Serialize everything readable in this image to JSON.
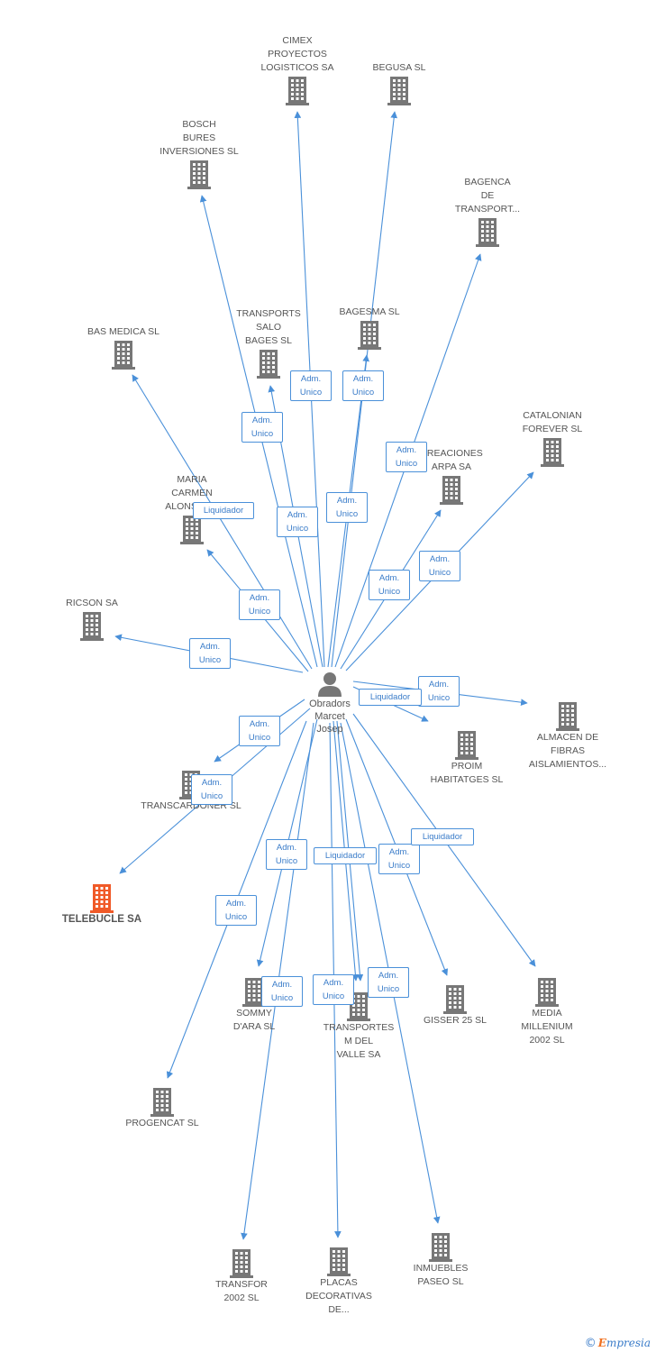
{
  "center": {
    "label": "Obradors\nMarcet\nJosep",
    "icon": "person-icon"
  },
  "colors": {
    "edge": "#4a90d9",
    "building": "#777777",
    "highlight": "#f05a28",
    "label": "#555555"
  },
  "nodes": [
    {
      "id": "cimex",
      "label": "CIMEX\nPROYECTOS\nLOGISTICOS SA",
      "icon": "building-icon",
      "highlight": false
    },
    {
      "id": "begusa",
      "label": "BEGUSA SL",
      "icon": "building-icon",
      "highlight": false
    },
    {
      "id": "bosch",
      "label": "BOSCH\nBURES\nINVERSIONES SL",
      "icon": "building-icon",
      "highlight": false
    },
    {
      "id": "bagenca",
      "label": "BAGENCA\nDE\nTRANSPORT...",
      "icon": "building-icon",
      "highlight": false
    },
    {
      "id": "bagesma",
      "label": "BAGESMA SL",
      "icon": "building-icon",
      "highlight": false
    },
    {
      "id": "transports-salo",
      "label": "TRANSPORTS\nSALO\nBAGES SL",
      "icon": "building-icon",
      "highlight": false
    },
    {
      "id": "bas-medica",
      "label": "BAS MEDICA SL",
      "icon": "building-icon",
      "highlight": false
    },
    {
      "id": "catalonian",
      "label": "CATALONIAN\nFOREVER SL",
      "icon": "building-icon",
      "highlight": false
    },
    {
      "id": "creaciones",
      "label": "CREACIONES\nARPA SA",
      "icon": "building-icon",
      "highlight": false
    },
    {
      "id": "maria-carmen",
      "label": "MARIA\nCARMEN\nALONSO SL",
      "icon": "building-icon",
      "highlight": false
    },
    {
      "id": "ricson",
      "label": "RICSON SA",
      "icon": "building-icon",
      "highlight": false
    },
    {
      "id": "almacen",
      "label": "ALMACEN DE\nFIBRAS\nAISLAMIENTOS...",
      "icon": "building-icon",
      "highlight": false
    },
    {
      "id": "proim",
      "label": "PROIM\nHABITATGES SL",
      "icon": "building-icon",
      "highlight": false
    },
    {
      "id": "transcardoner",
      "label": "TRANSCARDONER SL",
      "icon": "building-icon",
      "highlight": false
    },
    {
      "id": "telebucle",
      "label": "TELEBUCLE SA",
      "icon": "building-icon",
      "highlight": true
    },
    {
      "id": "sommy",
      "label": "SOMMY\nD'ARA SL",
      "icon": "building-icon",
      "highlight": false
    },
    {
      "id": "transportes-mdel",
      "label": "TRANSPORTES\nM DEL\nVALLE SA",
      "icon": "building-icon",
      "highlight": false
    },
    {
      "id": "gisser",
      "label": "GISSER 25 SL",
      "icon": "building-icon",
      "highlight": false
    },
    {
      "id": "media-millenium",
      "label": "MEDIA\nMILLENIUM\n2002 SL",
      "icon": "building-icon",
      "highlight": false
    },
    {
      "id": "progencat",
      "label": "PROGENCAT SL",
      "icon": "building-icon",
      "highlight": false
    },
    {
      "id": "transfor",
      "label": "TRANSFOR\n2002 SL",
      "icon": "building-icon",
      "highlight": false
    },
    {
      "id": "placas",
      "label": "PLACAS\nDECORATIVAS\nDE...",
      "icon": "building-icon",
      "highlight": false
    },
    {
      "id": "inmuebles",
      "label": "INMUEBLES\nPASEO SL",
      "icon": "building-icon",
      "highlight": false
    }
  ],
  "relations": [
    {
      "id": "r-cimex",
      "target": "cimex",
      "label": "Adm.\nUnico"
    },
    {
      "id": "r-begusa",
      "target": "begusa",
      "label": "Adm.\nUnico"
    },
    {
      "id": "r-bosch",
      "target": "bosch",
      "label": "Adm.\nUnico"
    },
    {
      "id": "r-bagenca",
      "target": "bagenca",
      "label": "Adm.\nUnico"
    },
    {
      "id": "r-bagesma",
      "target": "bagesma",
      "label": "Adm.\nUnico"
    },
    {
      "id": "r-transports-salo",
      "target": "transports-salo",
      "label": "Adm.\nUnico"
    },
    {
      "id": "r-bas-medica",
      "target": "bas-medica",
      "label": "Liquidador"
    },
    {
      "id": "r-catalonian",
      "target": "catalonian",
      "label": "Adm.\nUnico"
    },
    {
      "id": "r-creaciones",
      "target": "creaciones",
      "label": "Adm.\nUnico"
    },
    {
      "id": "r-maria-carmen",
      "target": "maria-carmen",
      "label": "Adm.\nUnico"
    },
    {
      "id": "r-ricson",
      "target": "ricson",
      "label": "Adm.\nUnico"
    },
    {
      "id": "r-almacen",
      "target": "almacen",
      "label": "Adm.\nUnico"
    },
    {
      "id": "r-proim",
      "target": "proim",
      "label": "Liquidador"
    },
    {
      "id": "r-transcardoner",
      "target": "transcardoner",
      "label": "Adm.\nUnico"
    },
    {
      "id": "r-telebucle",
      "target": "telebucle",
      "label": "Adm.\nUnico"
    },
    {
      "id": "r-sommy",
      "target": "sommy",
      "label": "Adm.\nUnico"
    },
    {
      "id": "r-transportes-mdel-1",
      "target": "transportes-mdel",
      "label": "Liquidador"
    },
    {
      "id": "r-transportes-mdel-2",
      "target": "transportes-mdel",
      "label": "Adm.\nUnico"
    },
    {
      "id": "r-gisser",
      "target": "gisser",
      "label": "Adm.\nUnico"
    },
    {
      "id": "r-media-millenium",
      "target": "media-millenium",
      "label": "Liquidador"
    },
    {
      "id": "r-progencat",
      "target": "progencat",
      "label": "Adm.\nUnico"
    },
    {
      "id": "r-transfor",
      "target": "transfor",
      "label": "Adm.\nUnico"
    },
    {
      "id": "r-placas",
      "target": "placas",
      "label": "Adm.\nUnico"
    },
    {
      "id": "r-inmuebles",
      "target": "inmuebles",
      "label": "Adm.\nUnico"
    }
  ],
  "footer": {
    "copyright": "©",
    "brand_initial": "E",
    "brand_rest": "mpresia"
  }
}
